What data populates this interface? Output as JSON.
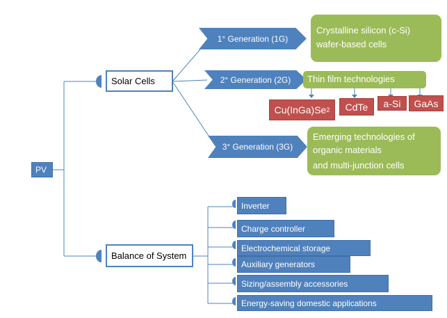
{
  "root": {
    "label": "PV"
  },
  "solar_cells": {
    "label": "Solar Cells"
  },
  "balance_of_system": {
    "label": "Balance of System"
  },
  "generations": [
    {
      "label": "1° Generation (1G)",
      "description_lines": [
        "Crystalline silicon (c-Si)",
        "wafer-based cells"
      ]
    },
    {
      "label": "2° Generation (2G)",
      "description_lines": [
        "Thin film technologies"
      ]
    },
    {
      "label": "3° Generation (3G)",
      "description_lines": [
        "Emerging technologies of",
        "organic materials",
        "and multi-junction cells"
      ]
    }
  ],
  "thin_film": {
    "cigs": {
      "main": "Cu(InGa)Se",
      "subscript": "2"
    },
    "items": [
      "CdTe",
      "a-Si",
      "GaAs"
    ]
  },
  "bos_items": [
    "Inverter",
    "Charge controller",
    "Electrochemical storage",
    "Auxiliary generators",
    "Sizing/assembly accessories",
    "Energy-saving domestic applications"
  ],
  "colors": {
    "blue": "#4f81bd",
    "green": "#9bbb59",
    "red": "#c0504d"
  }
}
